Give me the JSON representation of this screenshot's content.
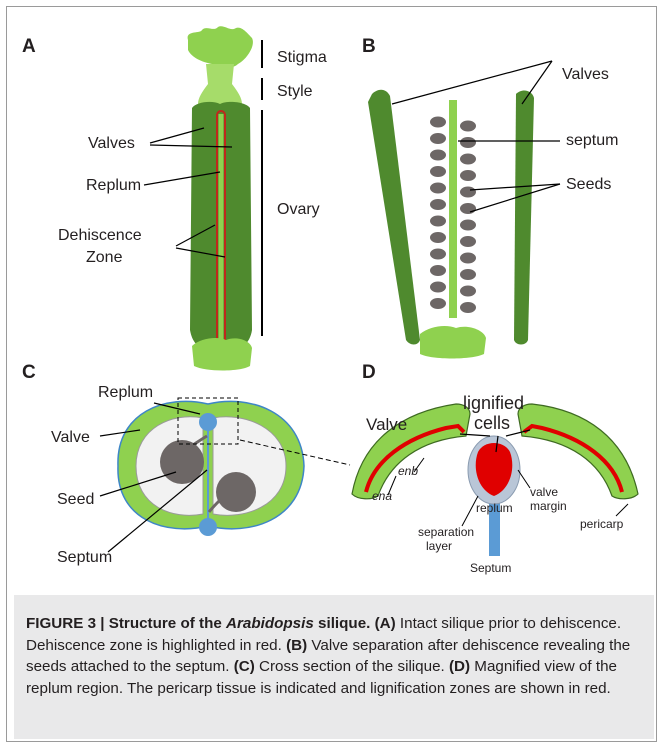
{
  "panels": {
    "a": {
      "letter": "A",
      "labels": {
        "stigma": "Stigma",
        "style": "Style",
        "valves": "Valves",
        "replum": "Replum",
        "dehiscence_line1": "Dehiscence",
        "dehiscence_line2": "Zone",
        "ovary": "Ovary"
      }
    },
    "b": {
      "letter": "B",
      "labels": {
        "valves": "Valves",
        "septum": "septum",
        "seeds": "Seeds"
      }
    },
    "c": {
      "letter": "C",
      "labels": {
        "replum": "Replum",
        "valve": "Valve",
        "seed": "Seed",
        "septum": "Septum"
      }
    },
    "d": {
      "letter": "D",
      "labels": {
        "valve": "Valve",
        "lignified_line1": "lignified",
        "lignified_line2": "cells",
        "enb": "enb",
        "ena": "ena",
        "replum": "replum",
        "valve_margin_line1": "valve",
        "valve_margin_line2": "margin",
        "pericarp": "pericarp",
        "separation_line1": "separation",
        "separation_line2": "layer",
        "septum": "Septum"
      }
    }
  },
  "caption": {
    "title_pre": "FIGURE 3 | Structure of the ",
    "title_italic": "Arabidopsis",
    "title_post": " silique.",
    "a_tag": "(A)",
    "a_text": " Intact silique prior to dehiscence. Dehiscence zone is highlighted in red.",
    "b_tag": "(B)",
    "b_text": " Valve separation after dehiscence revealing the seeds attached to the septum.",
    "c_tag": "(C)",
    "c_text": " Cross section of the silique.",
    "d_tag": "(D)",
    "d_text": " Magnified view of the replum region. The pericarp tissue is indicated and lignification zones are shown in red."
  },
  "colors": {
    "valve_dark_green": "#4f8a2e",
    "light_green": "#8fd14f",
    "dehiscence_red": "#c0281c",
    "lignified_red": "#e00000",
    "seed_gray": "#6d6766",
    "septum_blue": "#5b9bd5",
    "caption_bg": "#e9e9ea"
  }
}
